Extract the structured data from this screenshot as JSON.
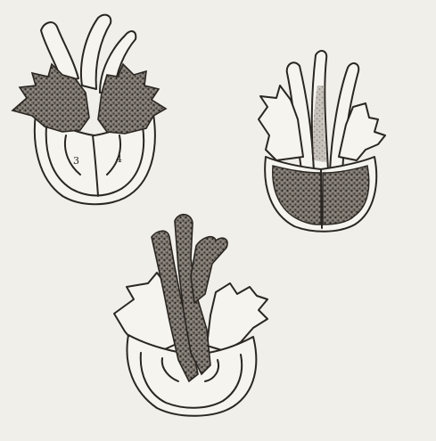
{
  "figure": {
    "panels": [
      {
        "id": "heart-1",
        "chamber_labels": [
          "3",
          "4"
        ]
      },
      {
        "id": "heart-2",
        "chamber_labels": []
      },
      {
        "id": "heart-3",
        "chamber_labels": []
      }
    ]
  },
  "colors": {
    "background": "#f1efe9",
    "ink": "#2a2622",
    "shading": "#6b6660",
    "shading_light": "#a8a39b"
  }
}
